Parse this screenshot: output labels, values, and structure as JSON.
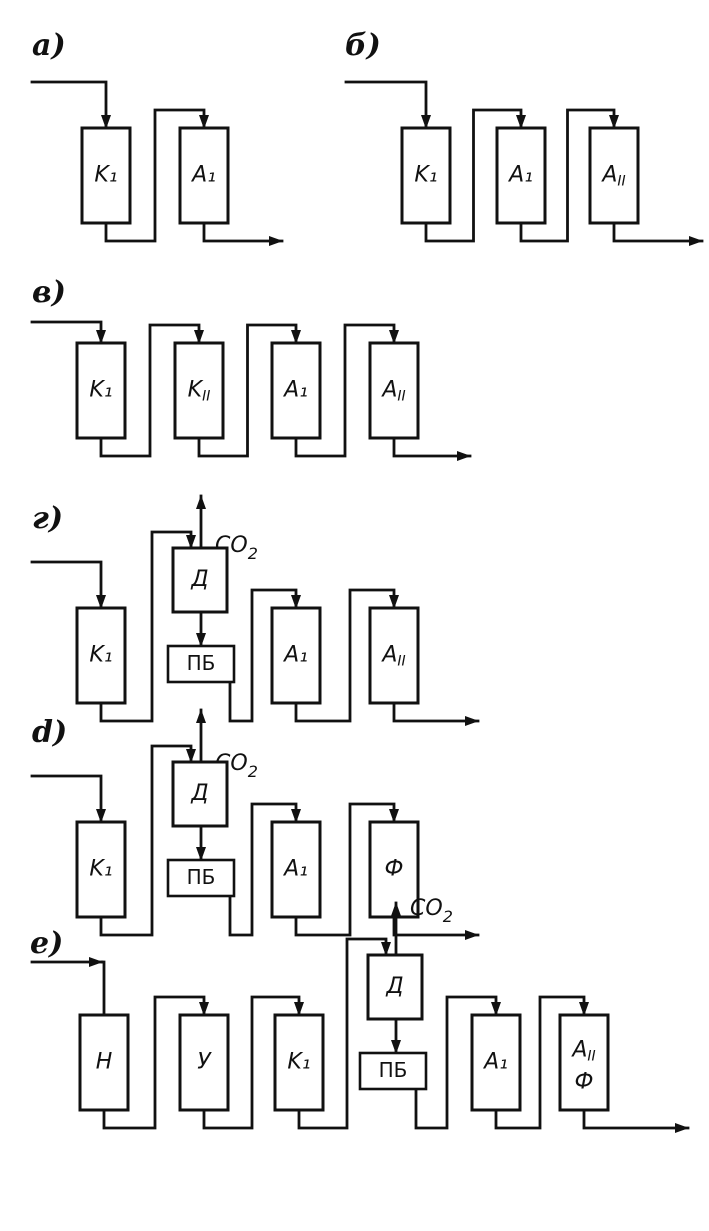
{
  "colors": {
    "ink": "#111111",
    "paper": "#ffffff"
  },
  "gas": "CO2",
  "schemes": [
    {
      "label": "а)",
      "units": [
        {
          "id": "K1",
          "label": "K₁"
        },
        {
          "id": "A1",
          "label": "A₁"
        }
      ]
    },
    {
      "label": "б)",
      "units": [
        {
          "id": "K1",
          "label": "K₁"
        },
        {
          "id": "A1",
          "label": "A₁"
        },
        {
          "id": "A2",
          "label": "A_II"
        }
      ]
    },
    {
      "label": "в)",
      "units": [
        {
          "id": "K1",
          "label": "K₁"
        },
        {
          "id": "K2",
          "label": "K_II"
        },
        {
          "id": "A1",
          "label": "A₁"
        },
        {
          "id": "A2",
          "label": "A_II"
        }
      ]
    },
    {
      "label": "г)",
      "units": [
        {
          "id": "K1",
          "label": "K₁"
        },
        {
          "id": "D",
          "label": "Д"
        },
        {
          "id": "PB",
          "label": "ПБ"
        },
        {
          "id": "A1",
          "label": "A₁"
        },
        {
          "id": "A2",
          "label": "A_II"
        }
      ]
    },
    {
      "label": "d)",
      "units": [
        {
          "id": "K1",
          "label": "K₁"
        },
        {
          "id": "D",
          "label": "Д"
        },
        {
          "id": "PB",
          "label": "ПБ"
        },
        {
          "id": "A1",
          "label": "A₁"
        },
        {
          "id": "F",
          "label": "Ф"
        }
      ]
    },
    {
      "label": "e)",
      "units": [
        {
          "id": "N",
          "label": "Н"
        },
        {
          "id": "U",
          "label": "У"
        },
        {
          "id": "K1",
          "label": "K₁"
        },
        {
          "id": "D",
          "label": "Д"
        },
        {
          "id": "PB",
          "label": "ПБ"
        },
        {
          "id": "A1",
          "label": "A₁"
        },
        {
          "id": "A2F",
          "label": "A_II\nФ"
        }
      ]
    }
  ]
}
